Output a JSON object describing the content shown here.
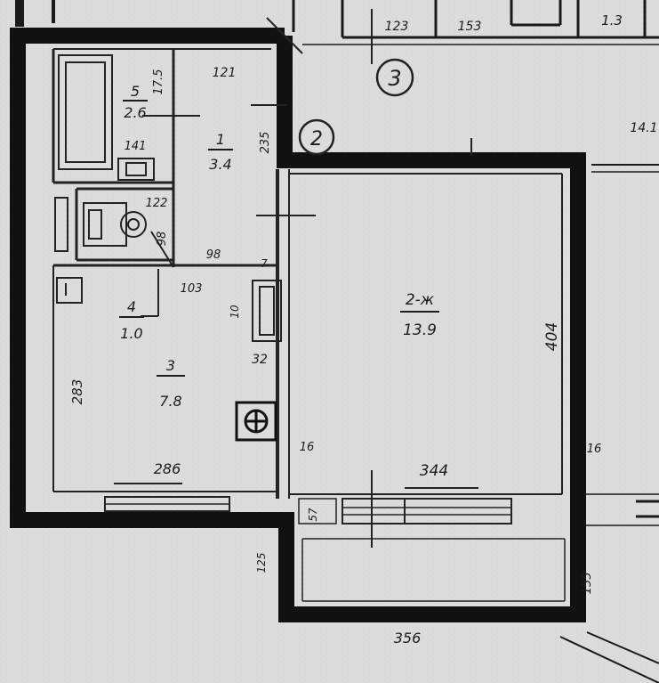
{
  "rooms": {
    "room_5": {
      "number": "5",
      "area": "2.6",
      "width": "17.5",
      "depth": "141"
    },
    "room_1": {
      "number": "1",
      "area": "3.4",
      "width": "121",
      "depth": "235"
    },
    "room_4": {
      "number": "4",
      "area": "1.0",
      "width": "98",
      "depth": "103"
    },
    "room_3": {
      "number": "3",
      "area": "7.8",
      "width": "286",
      "depth": "283"
    },
    "room_2": {
      "number": "2-ж",
      "area": "13.9",
      "width": "344",
      "depth": "404"
    }
  },
  "dimensions": {
    "bath_inner": "122",
    "wc_inner": "98",
    "vent_block": "32",
    "wall_left": "16",
    "wall_right": "16",
    "balcony_height": "57",
    "balcony_width": "356",
    "balcony_side_left": "125",
    "balcony_side_right": "155",
    "corridor_a": "123",
    "corridor_b": "153",
    "corridor_c": "1.3",
    "corridor_d": "14.1",
    "door_mark": "10",
    "small_mark": "7"
  },
  "markers": {
    "section_2": "2",
    "section_3": "3"
  }
}
